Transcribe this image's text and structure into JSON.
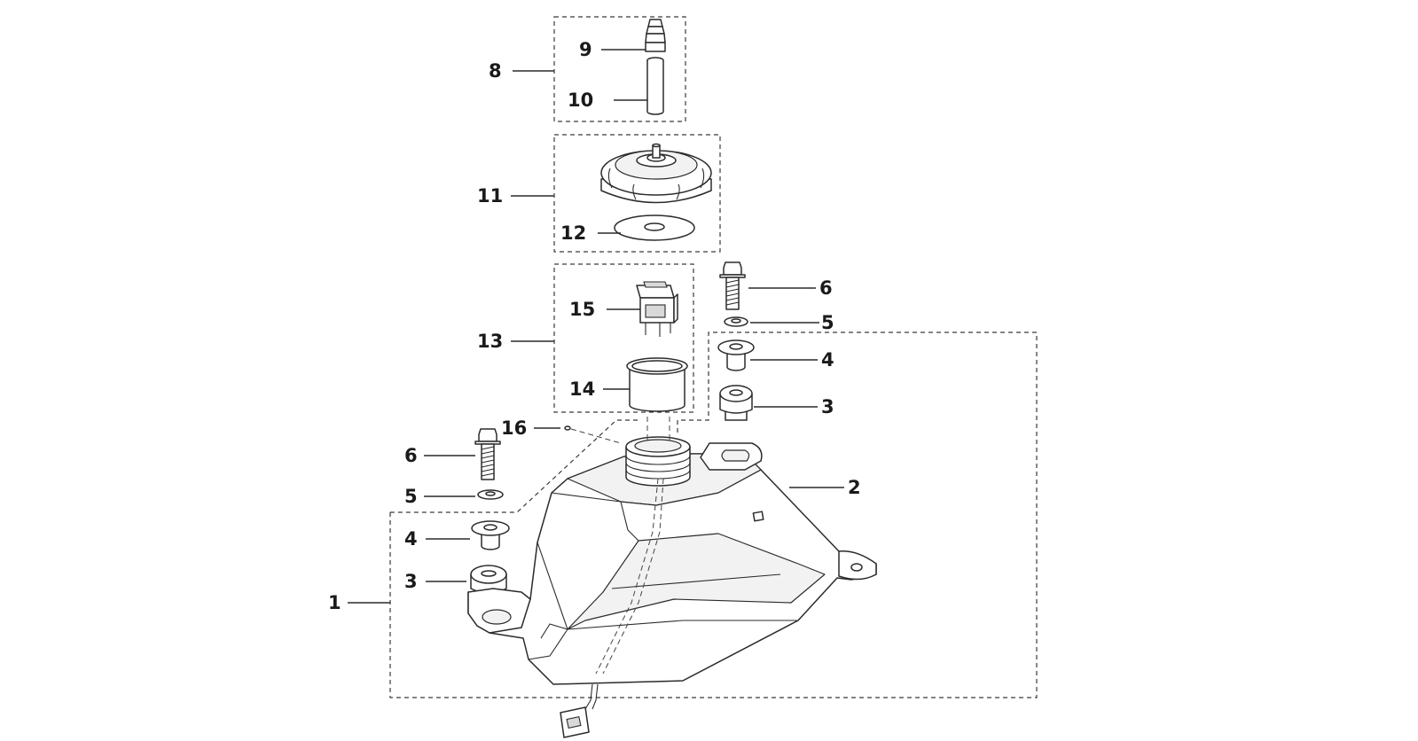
{
  "callouts": {
    "c1": "1",
    "c2": "2",
    "c3a": "3",
    "c3b": "3",
    "c4a": "4",
    "c4b": "4",
    "c5a": "5",
    "c5b": "5",
    "c6a": "6",
    "c6b": "6",
    "c8": "8",
    "c9": "9",
    "c10": "10",
    "c11": "11",
    "c12": "12",
    "c13": "13",
    "c14": "14",
    "c15": "15",
    "c16": "16"
  }
}
